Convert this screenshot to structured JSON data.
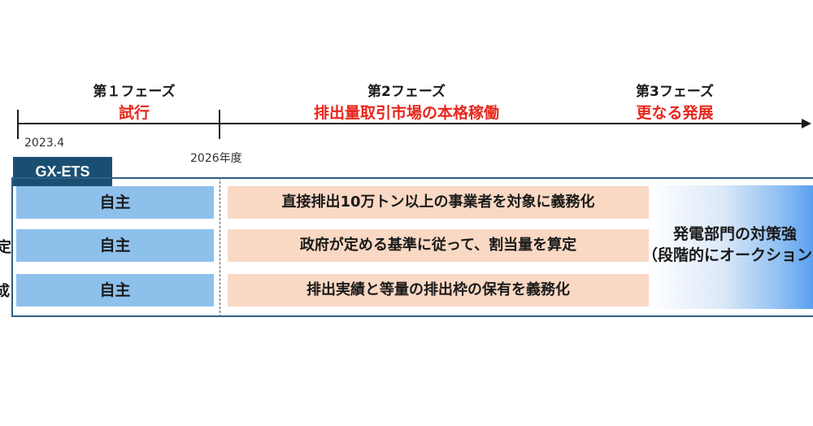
{
  "phases": [
    {
      "title": "第１フェーズ",
      "subtitle": "試行"
    },
    {
      "title": "第2フェーズ",
      "subtitle": "排出量取引市場の本格稼働"
    },
    {
      "title": "第3フェーズ",
      "subtitle": "更なる発展"
    }
  ],
  "dates": {
    "start": "2023.4",
    "phase2_start": "2026年度"
  },
  "scheme_label": "GX-ETS",
  "left_cut_labels": [
    "定",
    "成"
  ],
  "rows": [
    {
      "phase1": "自主",
      "phase2": "直接排出10万トン以上の事業者を対象に義務化"
    },
    {
      "phase1": "自主",
      "phase2": "政府が定める基準に従って、割当量を算定"
    },
    {
      "phase1": "自主",
      "phase2": "排出実績と等量の排出枠の保有を義務化"
    }
  ],
  "phase3_text": {
    "line1": "発電部門の対策強",
    "line2": "（段階的にオークション"
  },
  "colors": {
    "accent_red": "#e8261c",
    "gx_navy": "#1b4f72",
    "phase1_blue": "#8ec0ec",
    "phase2_peach": "#f9d8c4"
  }
}
